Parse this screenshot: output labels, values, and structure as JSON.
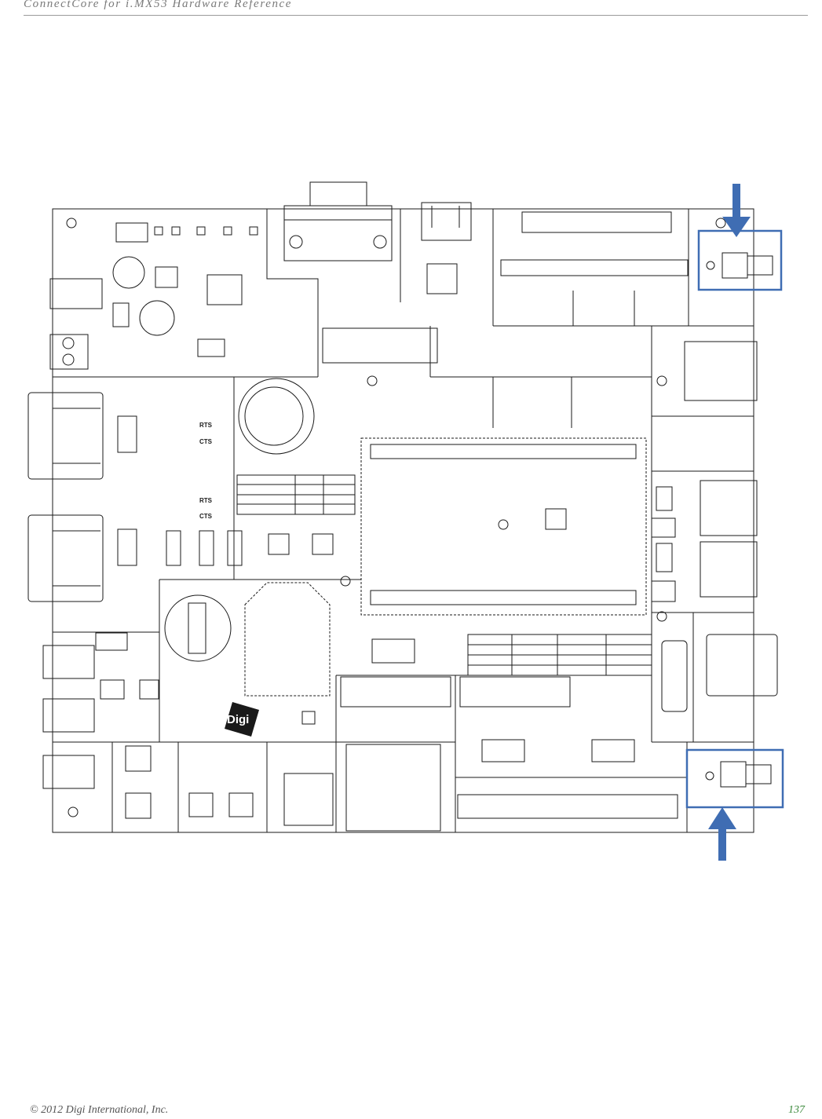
{
  "header": {
    "title": "ConnectCore for i.MX53 Hardware Reference"
  },
  "figure": {
    "logo_text": "Digi",
    "labels": {
      "rts_1": "RTS",
      "cts_1": "CTS",
      "rts_2": "RTS",
      "cts_2": "CTS"
    },
    "colors": {
      "line": "#1a1a1a",
      "highlight": "#3f6db3"
    },
    "icons": [
      "arrow-down-icon",
      "arrow-up-icon"
    ]
  },
  "footer": {
    "copyright": "© 2012 Digi International, Inc.",
    "page_number": "137"
  }
}
